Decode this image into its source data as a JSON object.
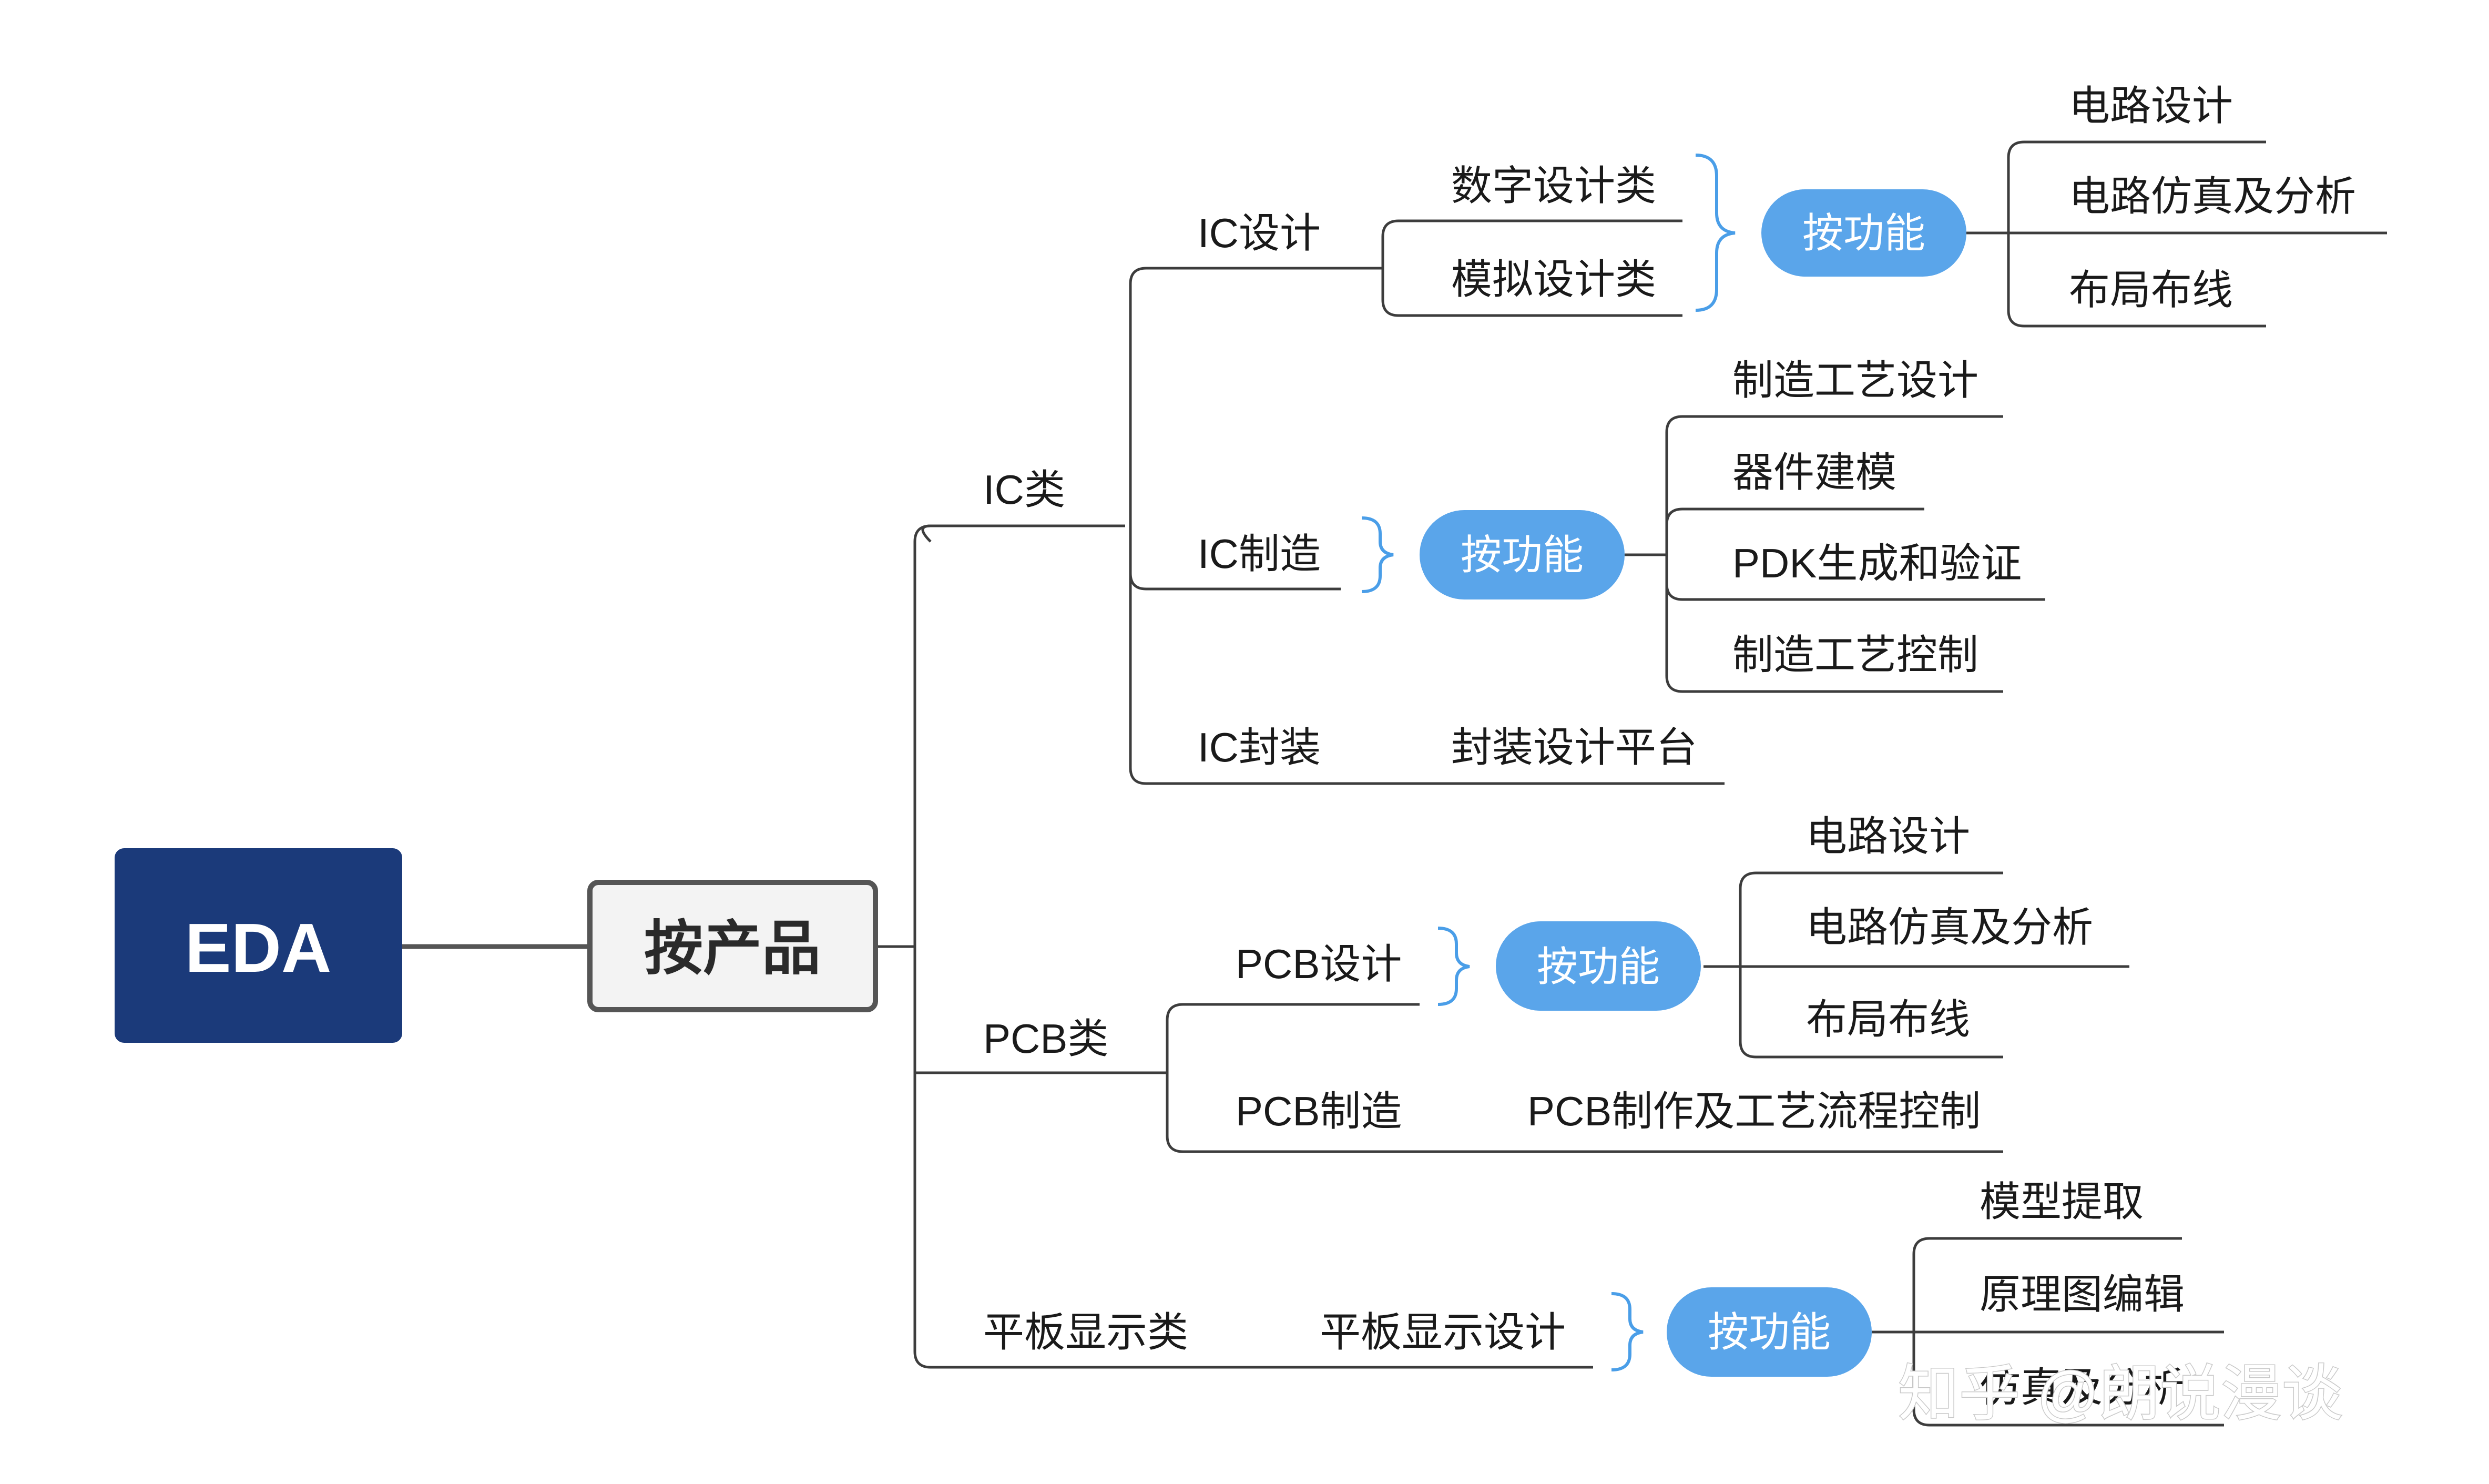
{
  "root": {
    "label": "EDA"
  },
  "by_product": {
    "label": "按产品"
  },
  "categories": {
    "ic": {
      "label": "IC类"
    },
    "pcb": {
      "label": "PCB类"
    },
    "fpd": {
      "label": "平板显示类"
    }
  },
  "ic": {
    "design": {
      "label": "IC设计",
      "types": [
        "数字设计类",
        "模拟设计类"
      ],
      "function_label": "按功能",
      "functions": [
        "电路设计",
        "电路仿真及分析",
        "布局布线"
      ]
    },
    "manufacturing": {
      "label": "IC制造",
      "function_label": "按功能",
      "functions": [
        "制造工艺设计",
        "器件建模",
        "PDK生成和验证",
        "制造工艺控制"
      ]
    },
    "packaging": {
      "label": "IC封装",
      "platform": "封装设计平台"
    }
  },
  "pcb": {
    "design": {
      "label": "PCB设计",
      "function_label": "按功能",
      "functions": [
        "电路设计",
        "电路仿真及分析",
        "布局布线"
      ]
    },
    "manufacturing": {
      "label": "PCB制造",
      "detail": "PCB制作及工艺流程控制"
    }
  },
  "fpd": {
    "design": {
      "label": "平板显示设计",
      "function_label": "按功能",
      "functions": [
        "模型提取",
        "原理图编辑",
        "仿真及分析"
      ]
    }
  },
  "watermark": "知乎 @朗说漫谈",
  "colors": {
    "root_fill": "#1b3a7a",
    "pill_fill": "#5aa5ea",
    "brace": "#4a9ee8",
    "line": "#3d3d3d"
  }
}
